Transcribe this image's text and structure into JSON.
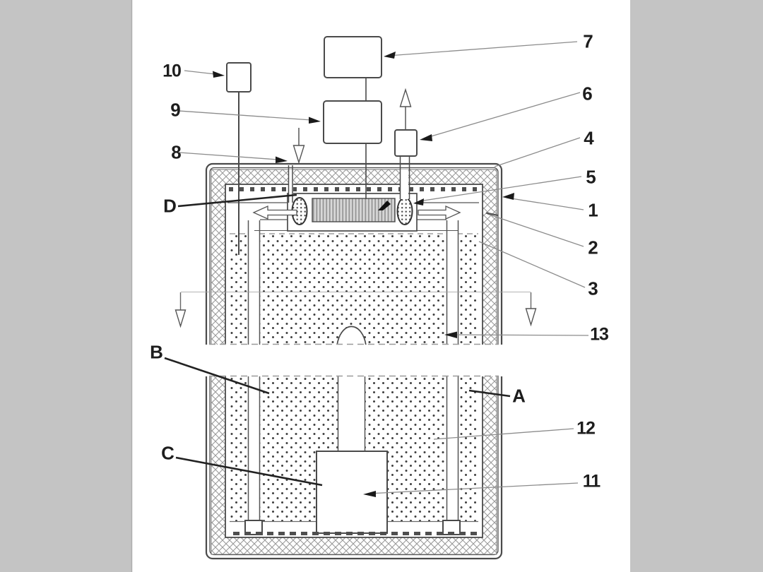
{
  "page": {
    "background_color": "#c4c4c4",
    "canvas_color": "#ffffff",
    "ink_color": "#4a4a4a",
    "leader_line_color": "#8c8c8c"
  },
  "diagram": {
    "type": "patent-apparatus-cross-section",
    "labels": {
      "1": "1",
      "2": "2",
      "3": "3",
      "4": "4",
      "5": "5",
      "6": "6",
      "7": "7",
      "8": "8",
      "9": "9",
      "10": "10",
      "11": "11",
      "12": "12",
      "13": "13",
      "A": "A",
      "B": "B",
      "C": "C",
      "D": "D"
    }
  }
}
